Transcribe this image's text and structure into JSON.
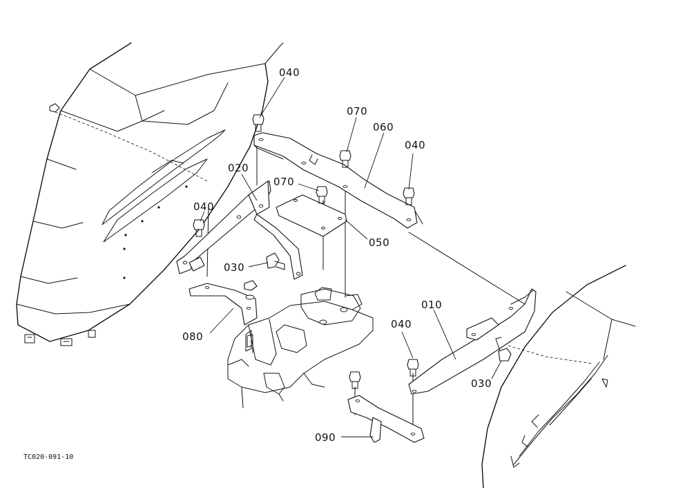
{
  "callouts": [
    {
      "id": "c1",
      "text": "040"
    },
    {
      "id": "c2",
      "text": "070"
    },
    {
      "id": "c3",
      "text": "060"
    },
    {
      "id": "c4",
      "text": "040"
    },
    {
      "id": "c5",
      "text": "020"
    },
    {
      "id": "c6",
      "text": "070"
    },
    {
      "id": "c7",
      "text": "040"
    },
    {
      "id": "c8",
      "text": "050"
    },
    {
      "id": "c9",
      "text": "030"
    },
    {
      "id": "c10",
      "text": "080"
    },
    {
      "id": "c11",
      "text": "010"
    },
    {
      "id": "c12",
      "text": "040"
    },
    {
      "id": "c13",
      "text": "030"
    },
    {
      "id": "c14",
      "text": "090"
    }
  ],
  "reference_code": "TC020-091-10"
}
